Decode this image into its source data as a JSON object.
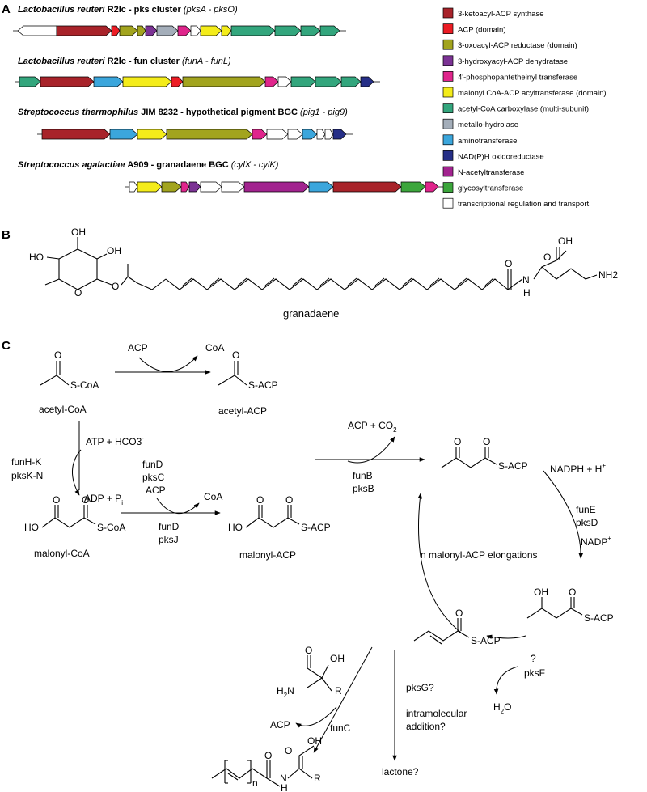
{
  "panels": {
    "a": "A",
    "b": "B",
    "c": "C"
  },
  "clusters": [
    {
      "organism": "Lactobacillus reuteri",
      "rest_bold": " R2lc - pks cluster",
      "range": "(pksA - pksO)",
      "genes": [
        "transport",
        "ketoacyl",
        "acp",
        "reductase",
        "reductase",
        "dehydratase",
        "metallo",
        "ppt",
        "transport",
        "malonyl",
        "malonyl",
        "carboxylase",
        "carboxylase",
        "carboxylase",
        "carboxylase"
      ]
    },
    {
      "organism": "Lactobacillus reuteri",
      "rest_bold": " R2lc - fun cluster",
      "range": "(funA - funL)",
      "genes": [
        "carboxylase",
        "ketoacyl",
        "amino",
        "malonyl",
        "acp",
        "reductase",
        "ppt",
        "transport",
        "carboxylase",
        "carboxylase",
        "carboxylase",
        "nadph"
      ]
    },
    {
      "organism": "Streptococcus thermophilus",
      "rest_bold": " JIM 8232 - hypothetical pigment BGC",
      "range": "(pig1 - pig9)",
      "genes": [
        "ketoacyl",
        "amino",
        "malonyl",
        "reductase",
        "ppt",
        "transport",
        "transport",
        "amino",
        "transport",
        "transport",
        "nadph"
      ]
    },
    {
      "organism": "Streptococcus agalactiae",
      "rest_bold": " A909 - granadaene BGC",
      "range": "(cylX - cylK)",
      "genes": [
        "transport",
        "malonyl",
        "reductase",
        "ppt",
        "dehydratase",
        "transport",
        "transport",
        "acetyl",
        "amino",
        "ketoacyl",
        "glyco",
        "ppt"
      ]
    }
  ],
  "legend": [
    {
      "key": "ketoacyl",
      "label": "3-ketoacyl-ACP synthase",
      "color": "#a8232a"
    },
    {
      "key": "acp",
      "label": "ACP (domain)",
      "color": "#ec1c24"
    },
    {
      "key": "reductase",
      "label": "3-oxoacyl-ACP reductase (domain)",
      "color": "#a2a41e"
    },
    {
      "key": "dehydratase",
      "label": "3-hydroxyacyl-ACP dehydratase",
      "color": "#7b3294"
    },
    {
      "key": "ppt",
      "label": "4'-phosphopantetheinyl transferase",
      "color": "#e0258c"
    },
    {
      "key": "malonyl",
      "label": "malonyl CoA-ACP acyltransferase (domain)",
      "color": "#f4ec1a"
    },
    {
      "key": "carboxylase",
      "label": "acetyl-CoA carboxylase (multi-subunit)",
      "color": "#33a67d"
    },
    {
      "key": "metallo",
      "label": "metallo-hydrolase",
      "color": "#a4aeba"
    },
    {
      "key": "amino",
      "label": "aminotransferase",
      "color": "#3ba6dc"
    },
    {
      "key": "nadph",
      "label": "NAD(P)H oxidoreductase",
      "color": "#262f87"
    },
    {
      "key": "acetyl",
      "label": "N-acetyltransferase",
      "color": "#a2238f"
    },
    {
      "key": "glyco",
      "label": "glycosyltransferase",
      "color": "#3ca63c"
    },
    {
      "key": "transport",
      "label": "transcriptional regulation and transport",
      "color": "#ffffff"
    }
  ],
  "panel_b": {
    "oh1": "OH",
    "ho": "HO",
    "oh2": "OH",
    "o_ring": "O",
    "o_link": "O",
    "o_amide": "O",
    "o_acid": "O",
    "oh_acid": "OH",
    "nh": "N",
    "h": "H",
    "nh2": "NH2",
    "name": "granadaene"
  },
  "panel_c": {
    "acp1": "ACP",
    "coa1": "CoA",
    "acetylcoa_sc": "S-CoA",
    "acetylcoa": "acetyl-CoA",
    "acetylacp_sa": "S-ACP",
    "acetylacp": "acetyl-ACP",
    "atp": "ATP",
    "plus1": "+",
    "hco3": "HCO3",
    "hco3_sup": "-",
    "funhk": "funH-K",
    "pkskn": "pksK-N",
    "adp": "ADP",
    "plus2": "+",
    "pi": "P",
    "pi_sub": "i",
    "fund1": "funD",
    "pksc": "pksC",
    "acp2": "ACP",
    "coa2": "CoA",
    "ho_mal": "HO",
    "o_mal1": "O",
    "o_mal2": "O",
    "malcoa_sc": "S-CoA",
    "malcoa": "malonyl-CoA",
    "fund2": "funD",
    "pksj": "pksJ",
    "ho_macp": "HO",
    "o_macp1": "O",
    "o_macp2": "O",
    "macp_sa": "S-ACP",
    "malacp": "malonyl-ACP",
    "acp_co2": "ACP + CO",
    "co2_sub": "2",
    "funb": "funB",
    "pksb": "pksB",
    "o_keto1": "O",
    "o_keto2": "O",
    "keto_sa": "S-ACP",
    "nadph": "NADPH + H",
    "nadph_sup": "+",
    "fune": "funE",
    "pksd": "pksD",
    "nadp": "NADP",
    "nadp_sup": "+",
    "elong": "n malonyl-ACP elongations",
    "oh_hydroxy": "OH",
    "o_hydroxy": "O",
    "hydroxy_sa": "S-ACP",
    "o_enoyl": "O",
    "enoyl_sa": "S-ACP",
    "q1": "?",
    "pksf": "pksF",
    "h2o": "H",
    "h2o_sub": "2",
    "h2o_o": "O",
    "o_aa": "O",
    "oh_aa": "OH",
    "h2n": "H",
    "h2n_sub": "2",
    "h2n_n": "N",
    "r_aa": "R",
    "acp3": "ACP",
    "func": "funC",
    "pksg": "pksG?",
    "intra1": "intramolecular",
    "intra2": "addition?",
    "lactone": "lactone?",
    "o_prod_amide": "O",
    "o_prod_acid": "O",
    "oh_prod": "OH",
    "n_prod": "n",
    "nh_prod": "N",
    "h_prod": "H",
    "r_prod": "R"
  }
}
